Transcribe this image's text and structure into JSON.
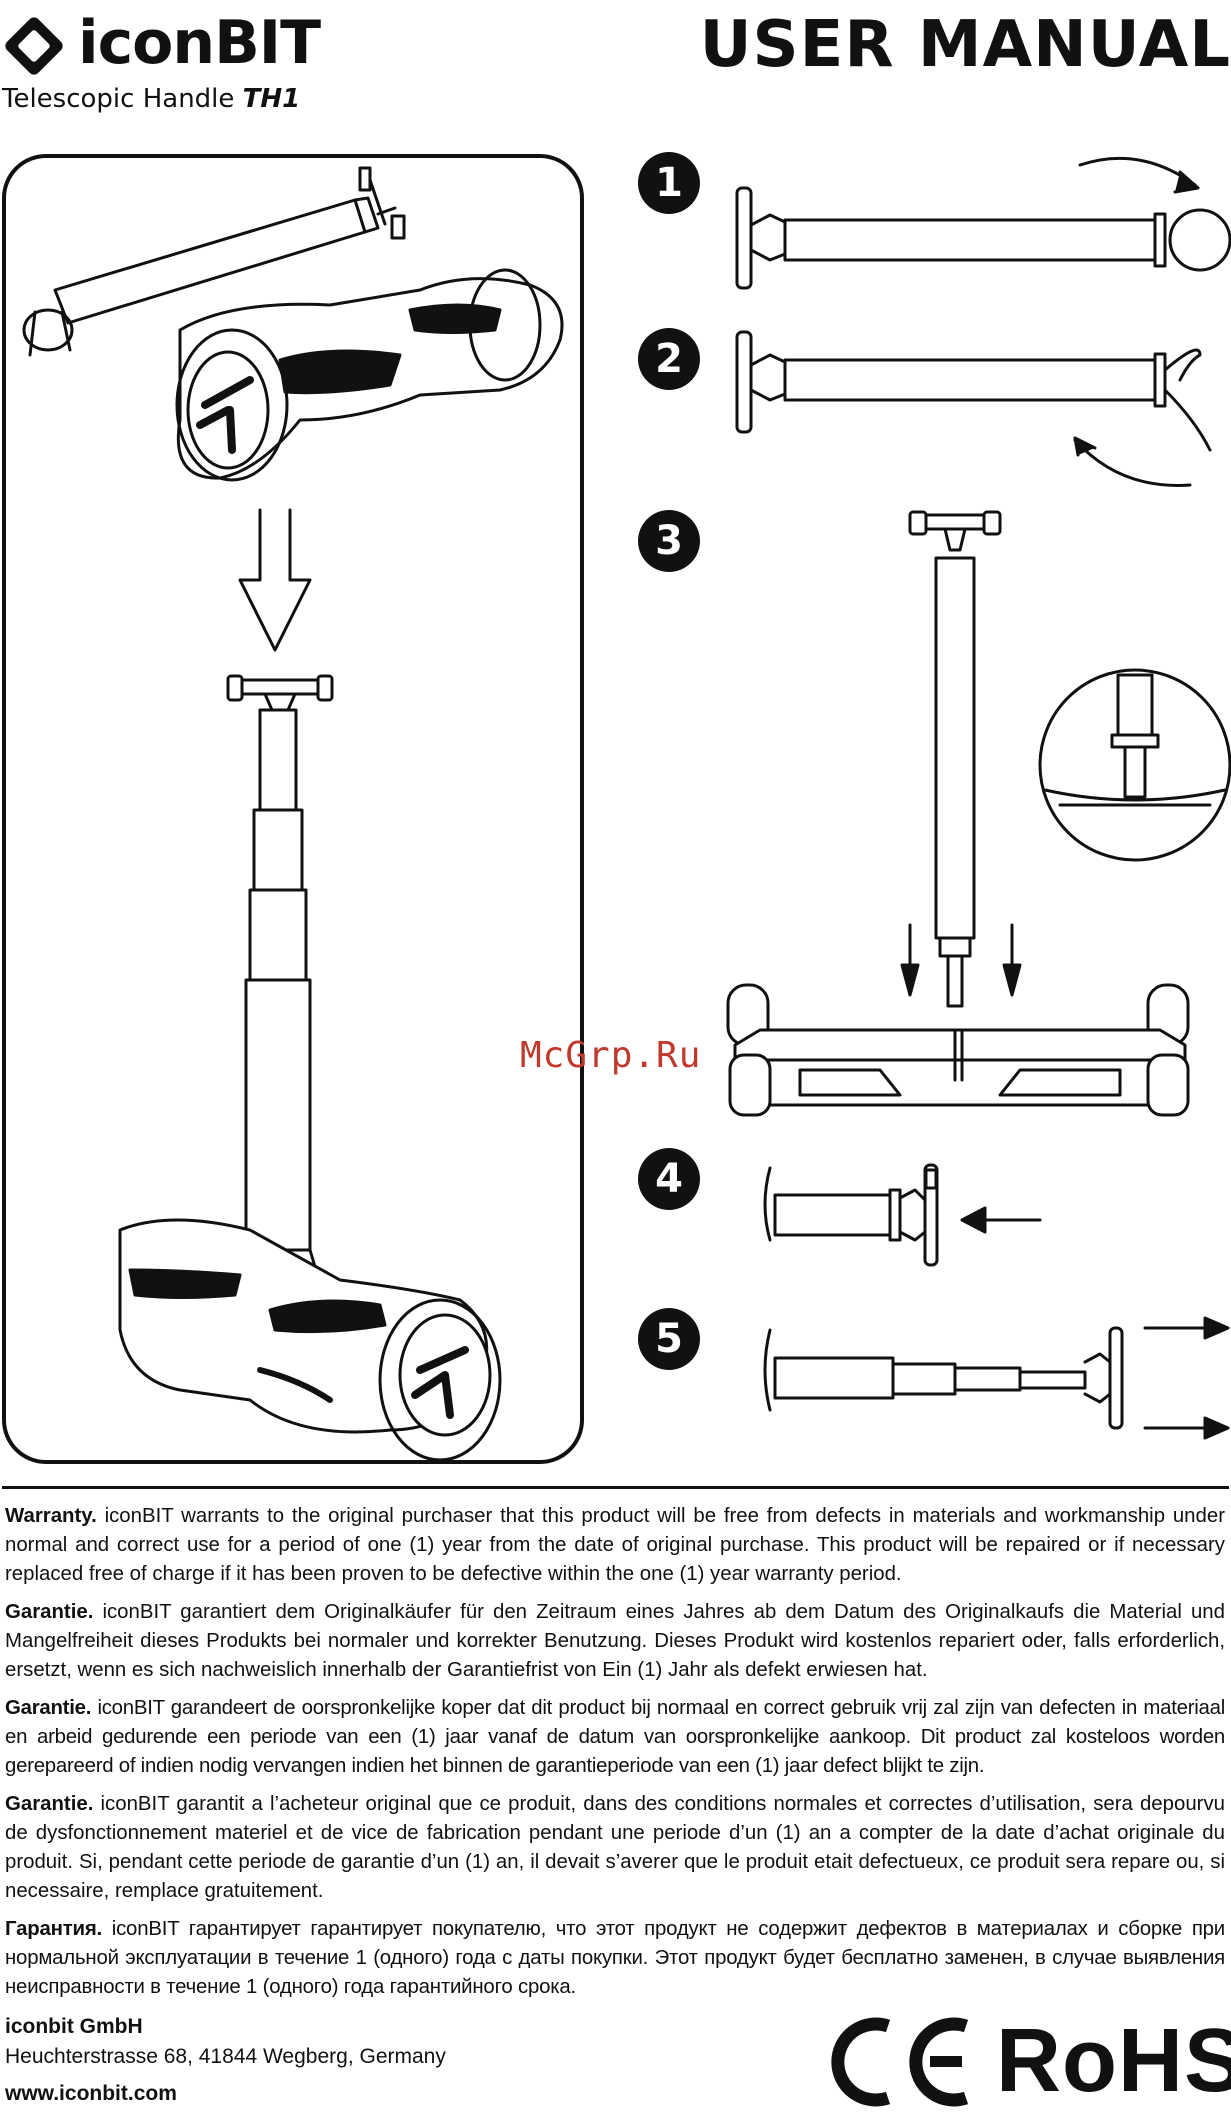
{
  "header": {
    "brand": "iconBIT",
    "product_name": "Telescopic Handle",
    "product_model": "TH1",
    "manual_title": "USER MANUAL"
  },
  "steps": [
    {
      "number": "1"
    },
    {
      "number": "2"
    },
    {
      "number": "3"
    },
    {
      "number": "4"
    },
    {
      "number": "5"
    }
  ],
  "watermark": "McGrp.Ru",
  "warranty": [
    {
      "lead": "Warranty.",
      "text": " iconBIT warrants to the original purchaser that this product will be free from defects in materials and workmanship under normal and correct use for a period of one (1) year from the date of original purchase. This product will be repaired or if necessary replaced free of charge if it has been proven to be defective within the one (1) year warranty period."
    },
    {
      "lead": "Garantie.",
      "text": " iconBIT garantiert dem Originalkäufer für den Zeitraum eines Jahres ab dem Datum des Originalkaufs die Material und Mangelfreiheit dieses Produkts bei normaler und korrekter Benutzung. Dieses Produkt wird kostenlos repariert oder, falls erforderlich, ersetzt, wenn es sich nachweislich innerhalb der Garantiefrist von Ein (1) Jahr als defekt erwiesen hat."
    },
    {
      "lead": "Garantie.",
      "text": " iconBIT garandeert de oorspronkelijke koper dat dit product bij normaal en correct gebruik vrij zal zijn van defecten in materiaal en arbeid gedurende een periode van een (1) jaar vanaf de datum van oorspronkelijke aankoop. Dit product zal kosteloos worden gerepareerd of indien nodig vervangen indien het binnen de garantieperiode van een (1) jaar defect blijkt te zijn."
    },
    {
      "lead": "Garantie.",
      "text": " iconBIT garantit a l’acheteur original que ce produit, dans des conditions normales et correctes d’utilisation, sera depourvu de dysfonctionnement materiel et de vice de fabrication pendant une periode d’un (1) an a compter de la date d’achat originale du produit. Si, pendant cette periode de garantie d’un (1) an, il devait s’averer que le produit etait defectueux, ce produit sera repare ou, si necessaire, remplace gratuitement."
    },
    {
      "lead": "Гарантия.",
      "text": " iconBIT гарантирует гарантирует покупателю, что этот продукт не содержит дефектов в материалах и сборке при нормальной эксплуатации в течение 1 (одного) года с даты покупки. Этот продукт будет бесплатно заменен, в случае выявления неисправности в течение 1 (одного) года гарантийного срока."
    }
  ],
  "footer": {
    "company_name": "iconbit GmbH",
    "address": "Heuchterstrasse 68, 41844 Wegberg, Germany",
    "website": "www.iconbit.com",
    "ce_label": "CE",
    "rohs_label": "RoHS"
  }
}
